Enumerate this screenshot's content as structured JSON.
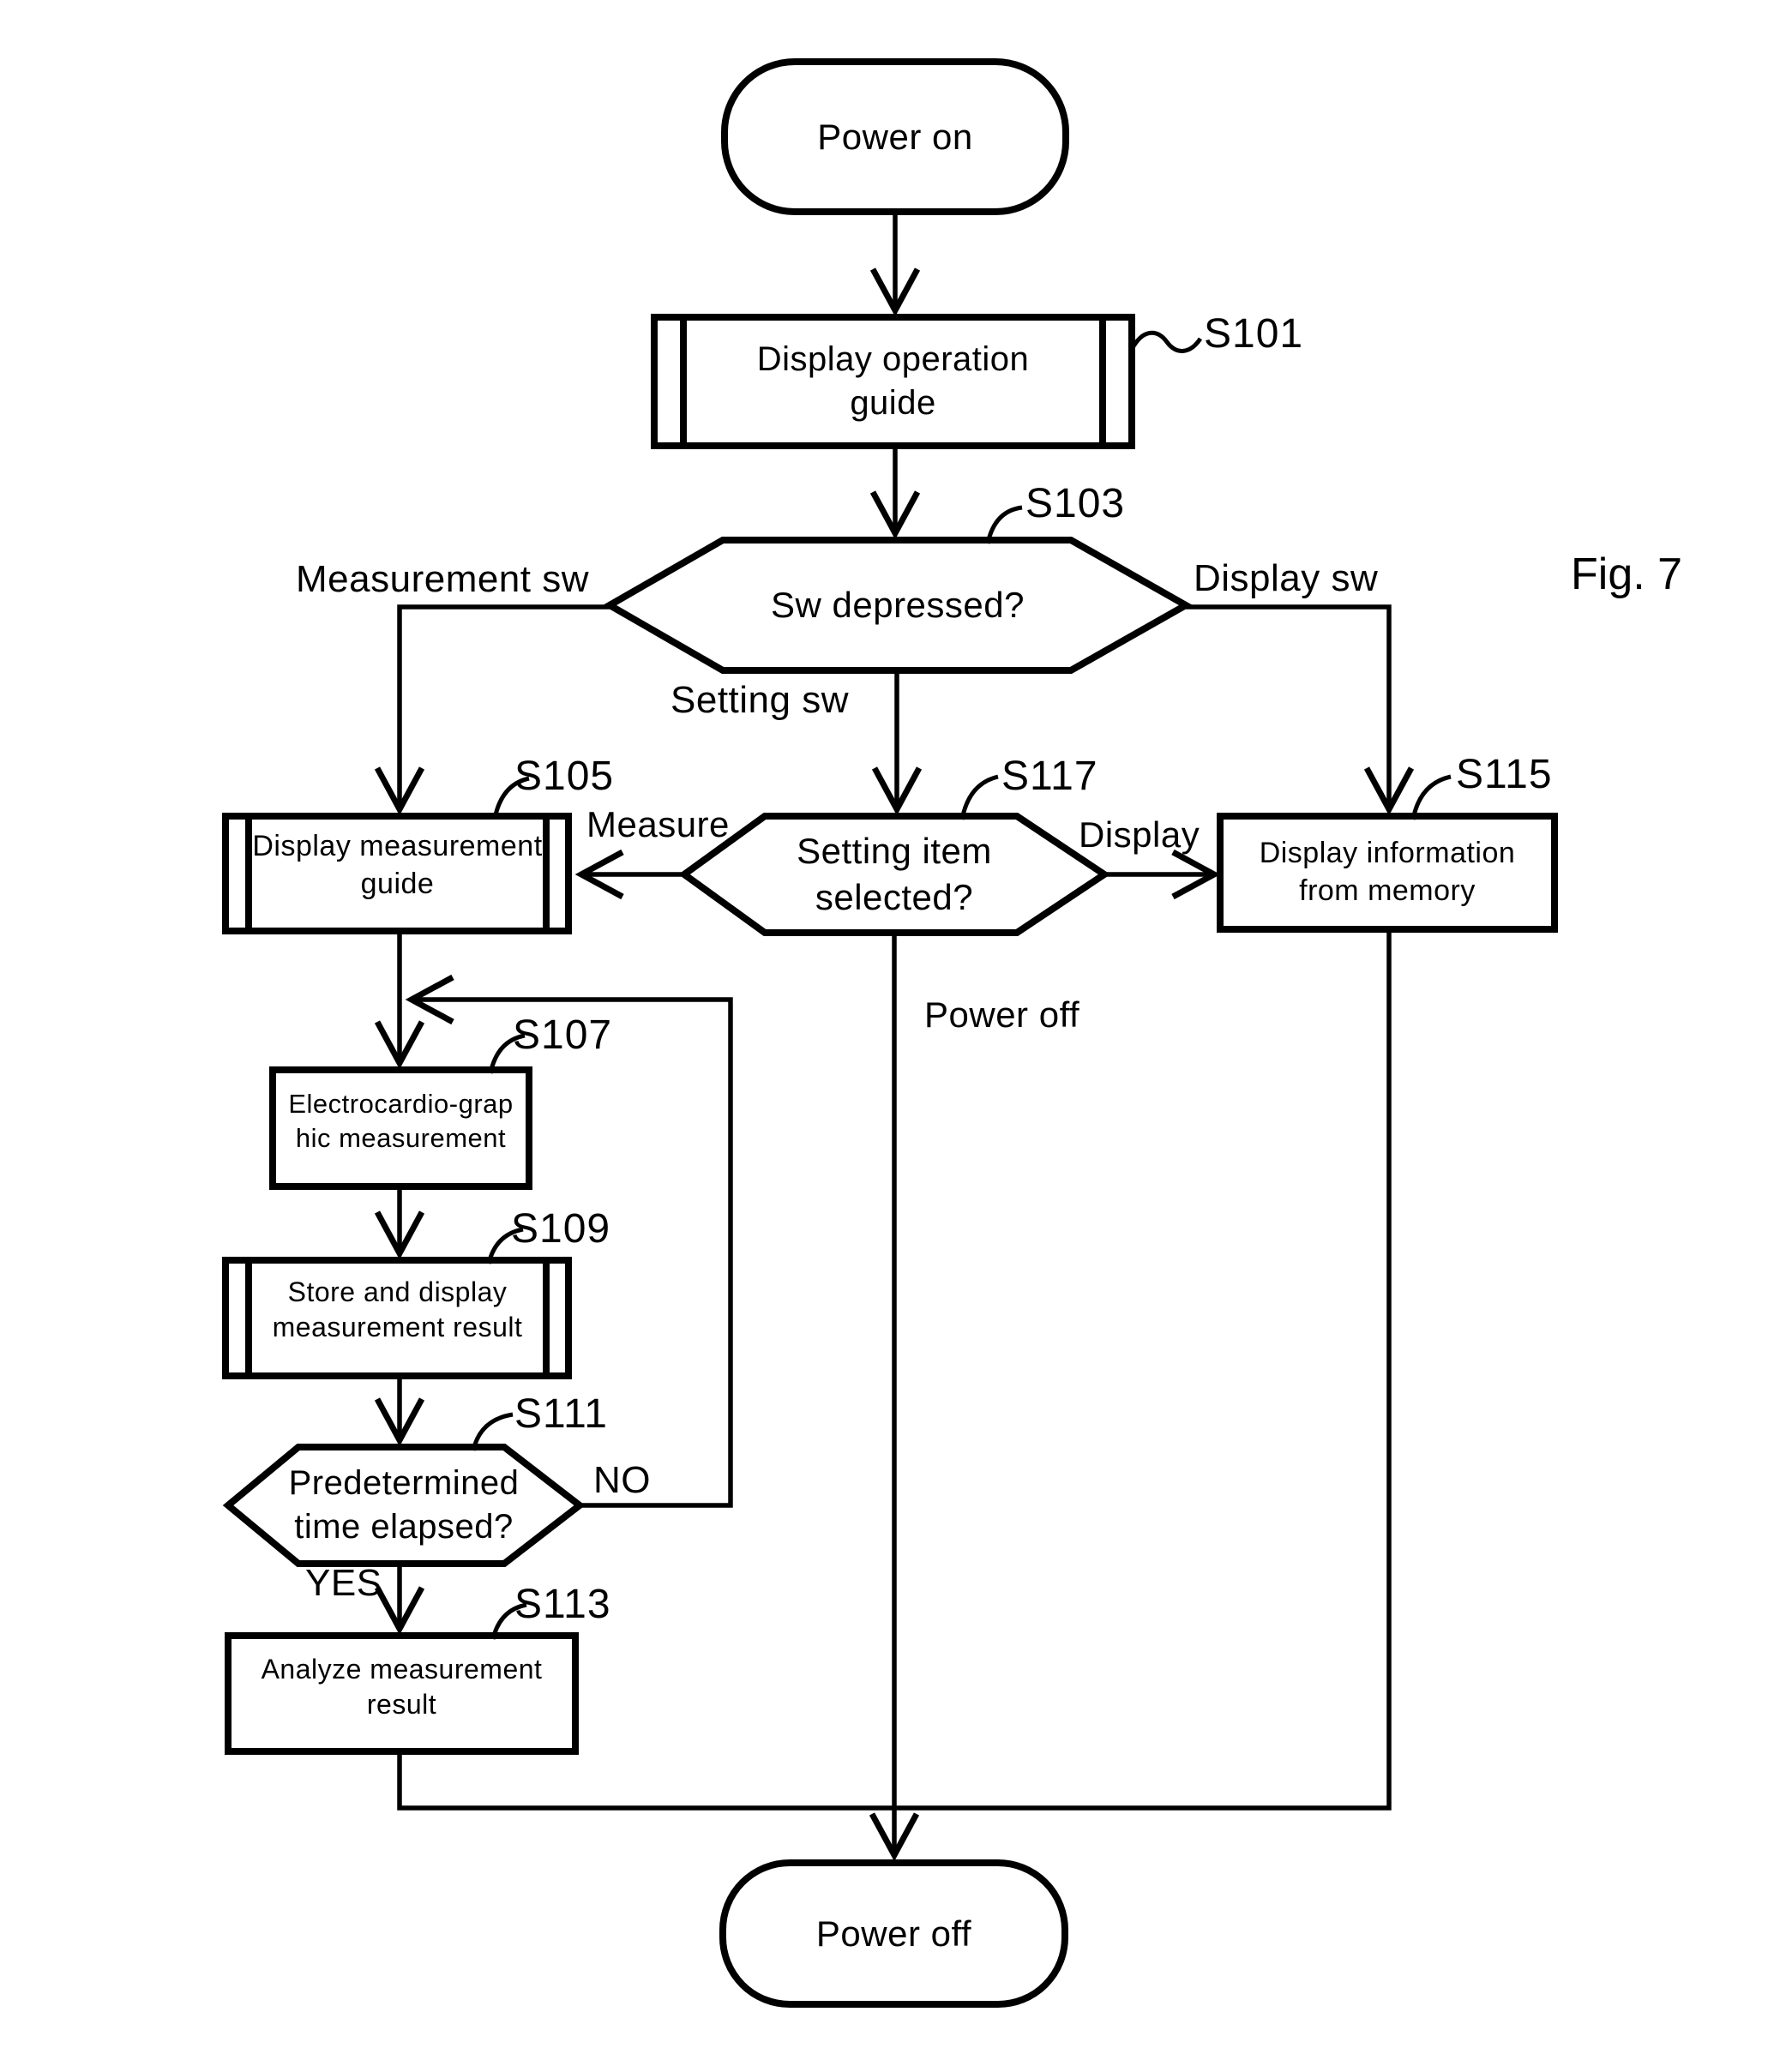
{
  "figure": {
    "caption": "Fig. 7",
    "background_color": "#ffffff",
    "ink_color": "#000000",
    "type": "flowchart"
  },
  "nodes": {
    "power_on": {
      "shape": "terminal",
      "lines": [
        "Power on"
      ]
    },
    "s101": {
      "step": "S101",
      "shape": "predefined-process",
      "lines": [
        "Display operation",
        "guide"
      ]
    },
    "s103": {
      "step": "S103",
      "shape": "decision",
      "lines": [
        "Sw depressed?"
      ]
    },
    "s105": {
      "step": "S105",
      "shape": "predefined-process",
      "lines": [
        "Display measurement",
        "guide"
      ]
    },
    "s107": {
      "step": "S107",
      "shape": "process",
      "lines": [
        "Electrocardio-grap",
        "hic measurement"
      ]
    },
    "s109": {
      "step": "S109",
      "shape": "predefined-process",
      "lines": [
        "Store and display",
        "measurement result"
      ]
    },
    "s111": {
      "step": "S111",
      "shape": "decision",
      "lines": [
        "Predetermined",
        "time elapsed?"
      ]
    },
    "s113": {
      "step": "S113",
      "shape": "process",
      "lines": [
        "Analyze measurement",
        "result"
      ]
    },
    "s115": {
      "step": "S115",
      "shape": "process",
      "lines": [
        "Display information",
        "from memory"
      ]
    },
    "s117": {
      "step": "S117",
      "shape": "decision",
      "lines": [
        "Setting item",
        "selected?"
      ]
    },
    "power_off": {
      "shape": "terminal",
      "lines": [
        "Power off"
      ]
    }
  },
  "edge_labels": {
    "measurement_sw": "Measurement sw",
    "setting_sw": "Setting sw",
    "display_sw": "Display sw",
    "measure": "Measure",
    "display": "Display",
    "power_off": "Power off",
    "no": "NO",
    "yes": "YES"
  }
}
